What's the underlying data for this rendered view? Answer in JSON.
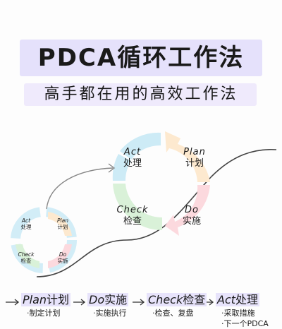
{
  "title": "PDCA循环工作法",
  "subtitle": "高手都在用的高效工作法",
  "colors": {
    "act": "#cdebf6",
    "plan": "#fde9cf",
    "do": "#fcd9de",
    "check": "#d9f1d8",
    "band": "#e5e1fb"
  },
  "big_cycle": {
    "act": {
      "en": "Act",
      "zh": "处理"
    },
    "plan": {
      "en": "Plan",
      "zh": "计划"
    },
    "check": {
      "en": "Check",
      "zh": "检查"
    },
    "do": {
      "en": "Do",
      "zh": "实施"
    }
  },
  "small_cycle": {
    "act": {
      "en": "Act",
      "zh": "处理"
    },
    "plan": {
      "en": "Plan",
      "zh": "计划"
    },
    "check": {
      "en": "Check",
      "zh": "检查"
    },
    "do": {
      "en": "Do",
      "zh": "实施"
    }
  },
  "steps": [
    {
      "head_en": "Plan",
      "head_zh": "计划",
      "items": [
        "·制定计划"
      ]
    },
    {
      "head_en": "Do",
      "head_zh": "实施",
      "items": [
        "·实施执行"
      ]
    },
    {
      "head_en": "Check",
      "head_zh": "检查",
      "items": [
        "·检查、复盘"
      ]
    },
    {
      "head_en": "Act",
      "head_zh": "处理",
      "items": [
        "·采取措施",
        "·下一个PDCA"
      ]
    }
  ]
}
